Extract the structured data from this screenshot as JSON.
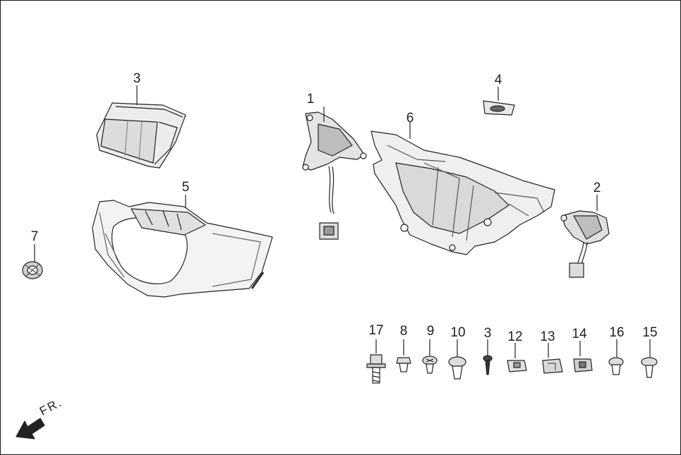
{
  "callouts": {
    "c1": "1",
    "c2": "2",
    "c3_cover": "3",
    "c4": "4",
    "c5": "5",
    "c6": "6",
    "c7": "7",
    "c17": "17",
    "c8": "8",
    "c9": "9",
    "c10": "10",
    "c3_screw": "3",
    "c12": "12",
    "c13": "13",
    "c14": "14",
    "c16": "16",
    "c15": "15"
  },
  "front_label": "FR.",
  "colors": {
    "line": "#222222",
    "shade": "#e6e6e6",
    "dark": "#555555"
  }
}
